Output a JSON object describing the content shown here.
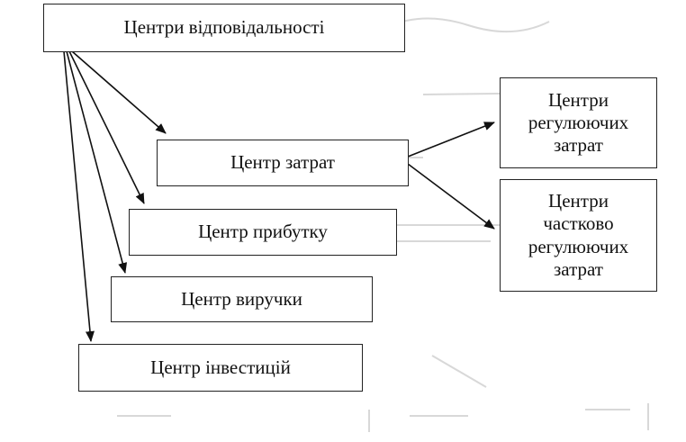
{
  "nodes": {
    "root": "Центри відповідальності",
    "costs": "Центр затрат",
    "profit": "Центр прибутку",
    "revenue": "Центр виручки",
    "investment": "Центр інвестицій",
    "regulated": [
      "Центри",
      "регулюючих",
      "затрат"
    ],
    "partially_regulated": [
      "Центри",
      "частково",
      "регулюючих",
      "затрат"
    ]
  },
  "edges": [
    {
      "from": "root",
      "to": "costs"
    },
    {
      "from": "root",
      "to": "profit"
    },
    {
      "from": "root",
      "to": "revenue"
    },
    {
      "from": "root",
      "to": "investment"
    },
    {
      "from": "costs",
      "to": "regulated"
    },
    {
      "from": "costs",
      "to": "partially_regulated"
    }
  ],
  "colors": {
    "line": "#111111",
    "border": "#222222",
    "ghost": "#d4d4d4"
  }
}
